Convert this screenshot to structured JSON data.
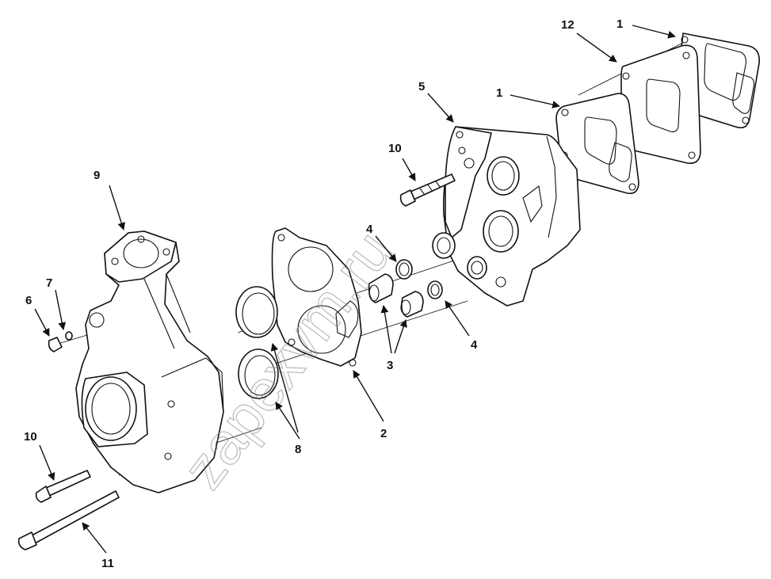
{
  "watermark": "zapexvm.ru",
  "callouts": {
    "c1_top": "1",
    "c12": "12",
    "c1_mid": "1",
    "c5": "5",
    "c10_top": "10",
    "c9": "9",
    "c4_top": "4",
    "c7": "7",
    "c6": "6",
    "c4_bottom": "4",
    "c3": "3",
    "c2": "2",
    "c8": "8",
    "c10_bottom": "10",
    "c11": "11"
  }
}
